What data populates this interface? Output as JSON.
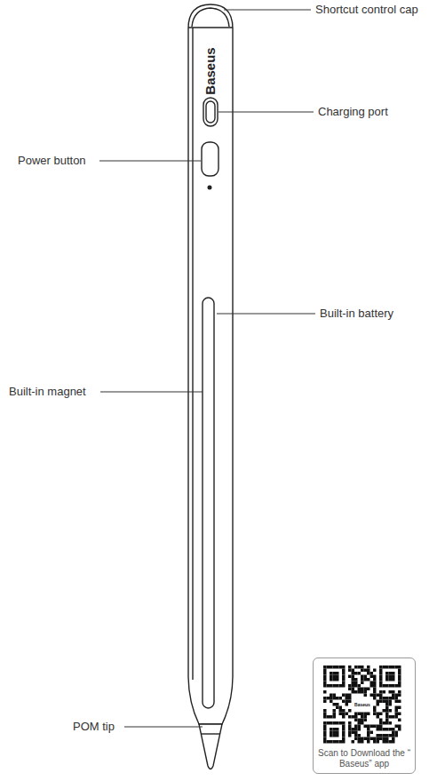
{
  "diagram": {
    "nodes": [
      {
        "text": [
          "Scan to Download the “ Baseus” app"
        ]
      }
    ],
    "labels": [
      "Shortcut control cap",
      "Baseus",
      "Charging port",
      "Power button",
      "Built-in battery",
      "Built-in magnet",
      "POM tip",
      "Baseus"
    ]
  }
}
